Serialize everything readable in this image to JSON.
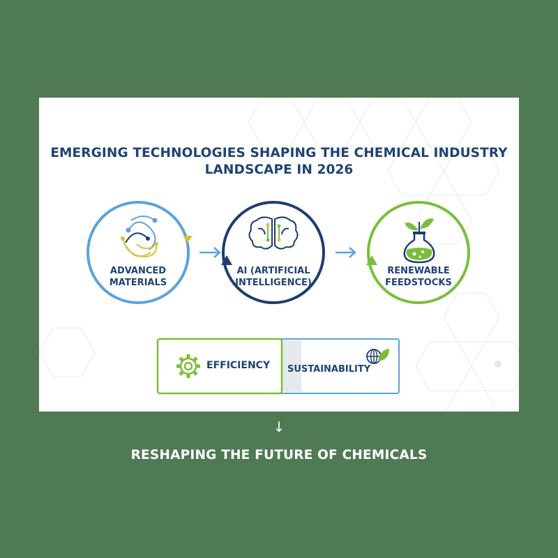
{
  "title": {
    "line1": "EMERGING TECHNOLOGIES SHAPING THE CHEMICAL INDUSTRY",
    "line2": "LANDSCAPE IN 2026"
  },
  "nodes": [
    {
      "label_line1": "ADVANCED",
      "label_line2": "MATERIALS",
      "icon": "material-lattice-icon",
      "color": "#5aa3dc"
    },
    {
      "label_line1": "AI (ARTIFICIAL",
      "label_line2": "INTELLIGENCE)",
      "icon": "brain-circuit-icon",
      "color": "#1d3d70"
    },
    {
      "label_line1": "RENEWABLE",
      "label_line2": "FEEDSTOCKS",
      "icon": "plant-flask-icon",
      "color": "#7bbd3d"
    }
  ],
  "outcomes": {
    "left": {
      "label": "EFFICIENCY",
      "icon": "gear-icon",
      "color": "#7bbd3d"
    },
    "right": {
      "label": "SUSTAINABILITY",
      "icon": "globe-leaf-icon",
      "color": "#5aa3dc"
    }
  },
  "footer": {
    "arrow": "↓",
    "text": "RESHAPING THE FUTURE OF CHEMICALS"
  },
  "colors": {
    "background": "#4f7a54",
    "card": "#ffffff",
    "navy": "#1f4374",
    "blue": "#5aa3dc",
    "green": "#7bbd3d",
    "yellow": "#d8c234"
  }
}
